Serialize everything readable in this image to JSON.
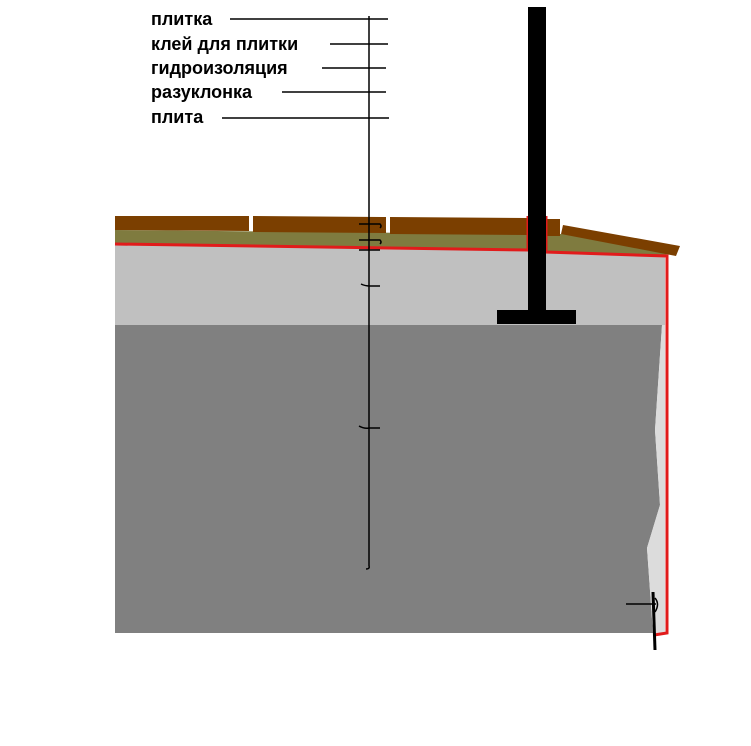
{
  "labels": [
    {
      "id": "tile",
      "text": "плитка"
    },
    {
      "id": "tile_adhesive",
      "text": "клей для плитки"
    },
    {
      "id": "waterproofing",
      "text": "гидроизоляция"
    },
    {
      "id": "slope_screed",
      "text": "разуклонка"
    },
    {
      "id": "slab",
      "text": "плита"
    }
  ],
  "colors": {
    "tile": "#7b3f00",
    "adhesive": "#7f7b3f",
    "waterproofing": "#e11b1b",
    "screed": "#c0c0c0",
    "slab": "#808080",
    "slab_edge": "#dcdcdc",
    "post": "#000000"
  }
}
